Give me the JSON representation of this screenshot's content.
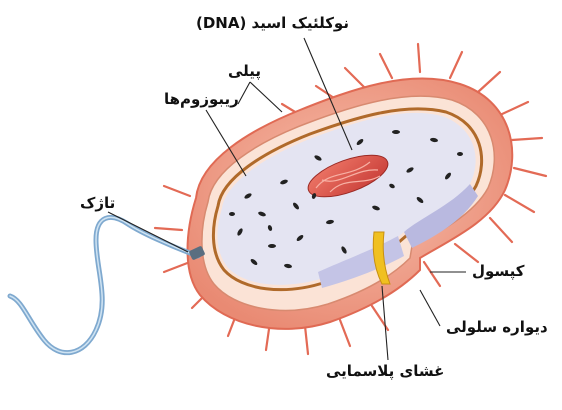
{
  "diagram": {
    "labels": {
      "dna": "نوکلئیک اسید (DNA)",
      "pili": "پیلی",
      "ribosomes": "ریبوزوم‌ها",
      "flagellum": "تاژک",
      "capsule": "کپسول",
      "cell_wall": "دیواره سلولی",
      "plasma_membrane": "غشای پلاسمایی"
    },
    "colors": {
      "capsule": "#f2a48f",
      "capsule_dark": "#e0705a",
      "cell_wall": "#fbe3d6",
      "membrane": "#b06a2a",
      "cytoplasm": "#e4e4f2",
      "cytoplasm_cut": "#b9b9e0",
      "ribosome": "#222222",
      "dna": "#d8504a",
      "flagellum": "#8fb8d8",
      "membrane_cut": "#f0c020"
    }
  }
}
